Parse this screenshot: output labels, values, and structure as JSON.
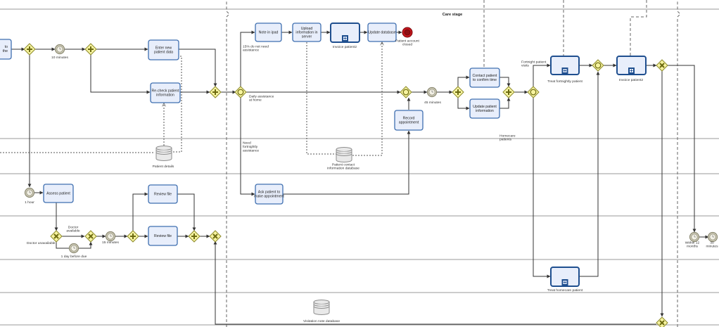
{
  "header": {
    "lane_title": "Care stage"
  },
  "tasks": {
    "notify_top_text": "to",
    "notify_bottom_text": "the",
    "enter_new_patient": "Enter new patient data",
    "recheck_patient_info": "Re-check patient information",
    "note_in_ipad": "Note in ipad",
    "upload_information": "Upload information in server",
    "invoice_patient2_a": "Invoice patient2",
    "update_database": "Update database",
    "record_appointment": "Record appointment",
    "contact_patient": "Contact patient to confirm time",
    "update_patient_info": "Update patient information",
    "treat_fortnightly": "Treat fortnightly patient",
    "invoice_patient2_b": "Invoice patient2",
    "assess_patient": "Assess patient",
    "review_file_1": "Review file",
    "review_file_2": "Review file",
    "ask_patient": "Ask patient to make appointment",
    "treat_homecare": "Treat homecare patient"
  },
  "labels": {
    "ten_minutes": "10 minutes",
    "patient_account_closed": "Patient account closed",
    "fifteen_pct": "15% do not need assistance",
    "daily_assistance": "Daily assistance at home",
    "need_fortnightly": "Need fortnightly assistance",
    "forty_five_minutes": "45 minutes",
    "fortnight_patient_visits": "Fortnight patient visits",
    "homecare_patients": "Homecare patients",
    "one_hour": "1 hour",
    "doctor_available": "Doctor available",
    "doctor_unavailable": "Doctor unavailable",
    "one_day_before_due": "1 day before due",
    "fifteen_minutes": "15 minutes",
    "within_12_months": "Within 12 months",
    "thirty_minutes": "30 minutes"
  },
  "data_stores": {
    "patient_details": "Patient details",
    "patient_contact_db": "Patient contact information database",
    "visitation_note_db": "Visitation note database"
  },
  "colors": {
    "task_fill": "#e8eefb",
    "task_stroke": "#3f6fb0",
    "gateway_fill": "#f6f3a0",
    "end_event": "#c4161c",
    "timer_fill": "#d9d6c4"
  }
}
